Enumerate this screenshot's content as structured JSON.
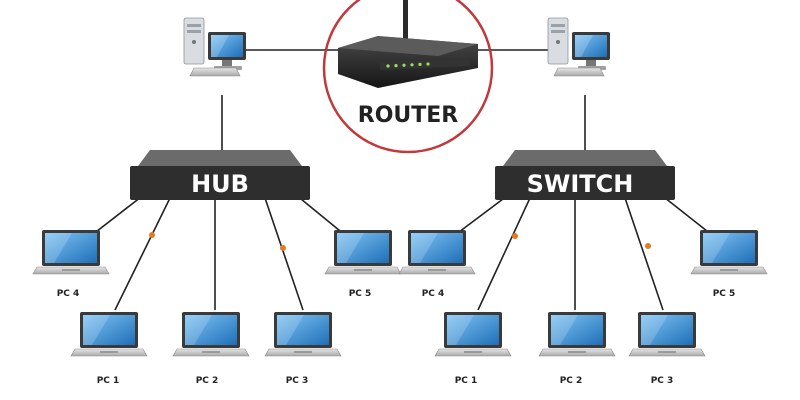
{
  "router": {
    "label": "ROUTER"
  },
  "hub": {
    "label": "HUB",
    "pcs": [
      {
        "label": "PC 4"
      },
      {
        "label": "PC 1"
      },
      {
        "label": "PC 2"
      },
      {
        "label": "PC 3"
      },
      {
        "label": "PC 5"
      }
    ]
  },
  "switch": {
    "label": "SWITCH",
    "pcs": [
      {
        "label": "PC 4"
      },
      {
        "label": "PC 1"
      },
      {
        "label": "PC 2"
      },
      {
        "label": "PC 3"
      },
      {
        "label": "PC 5"
      }
    ]
  },
  "colors": {
    "router_ring": "#c0393b",
    "hub_body": "#2e2e2e",
    "hub_top": "#6b6b6b",
    "screen": "#2f8fd8",
    "cable": "#222222",
    "packet": "#e8791e"
  },
  "icons": {
    "server": "desktop-computer-icon",
    "laptop": "laptop-icon",
    "router": "wireless-router-icon"
  }
}
